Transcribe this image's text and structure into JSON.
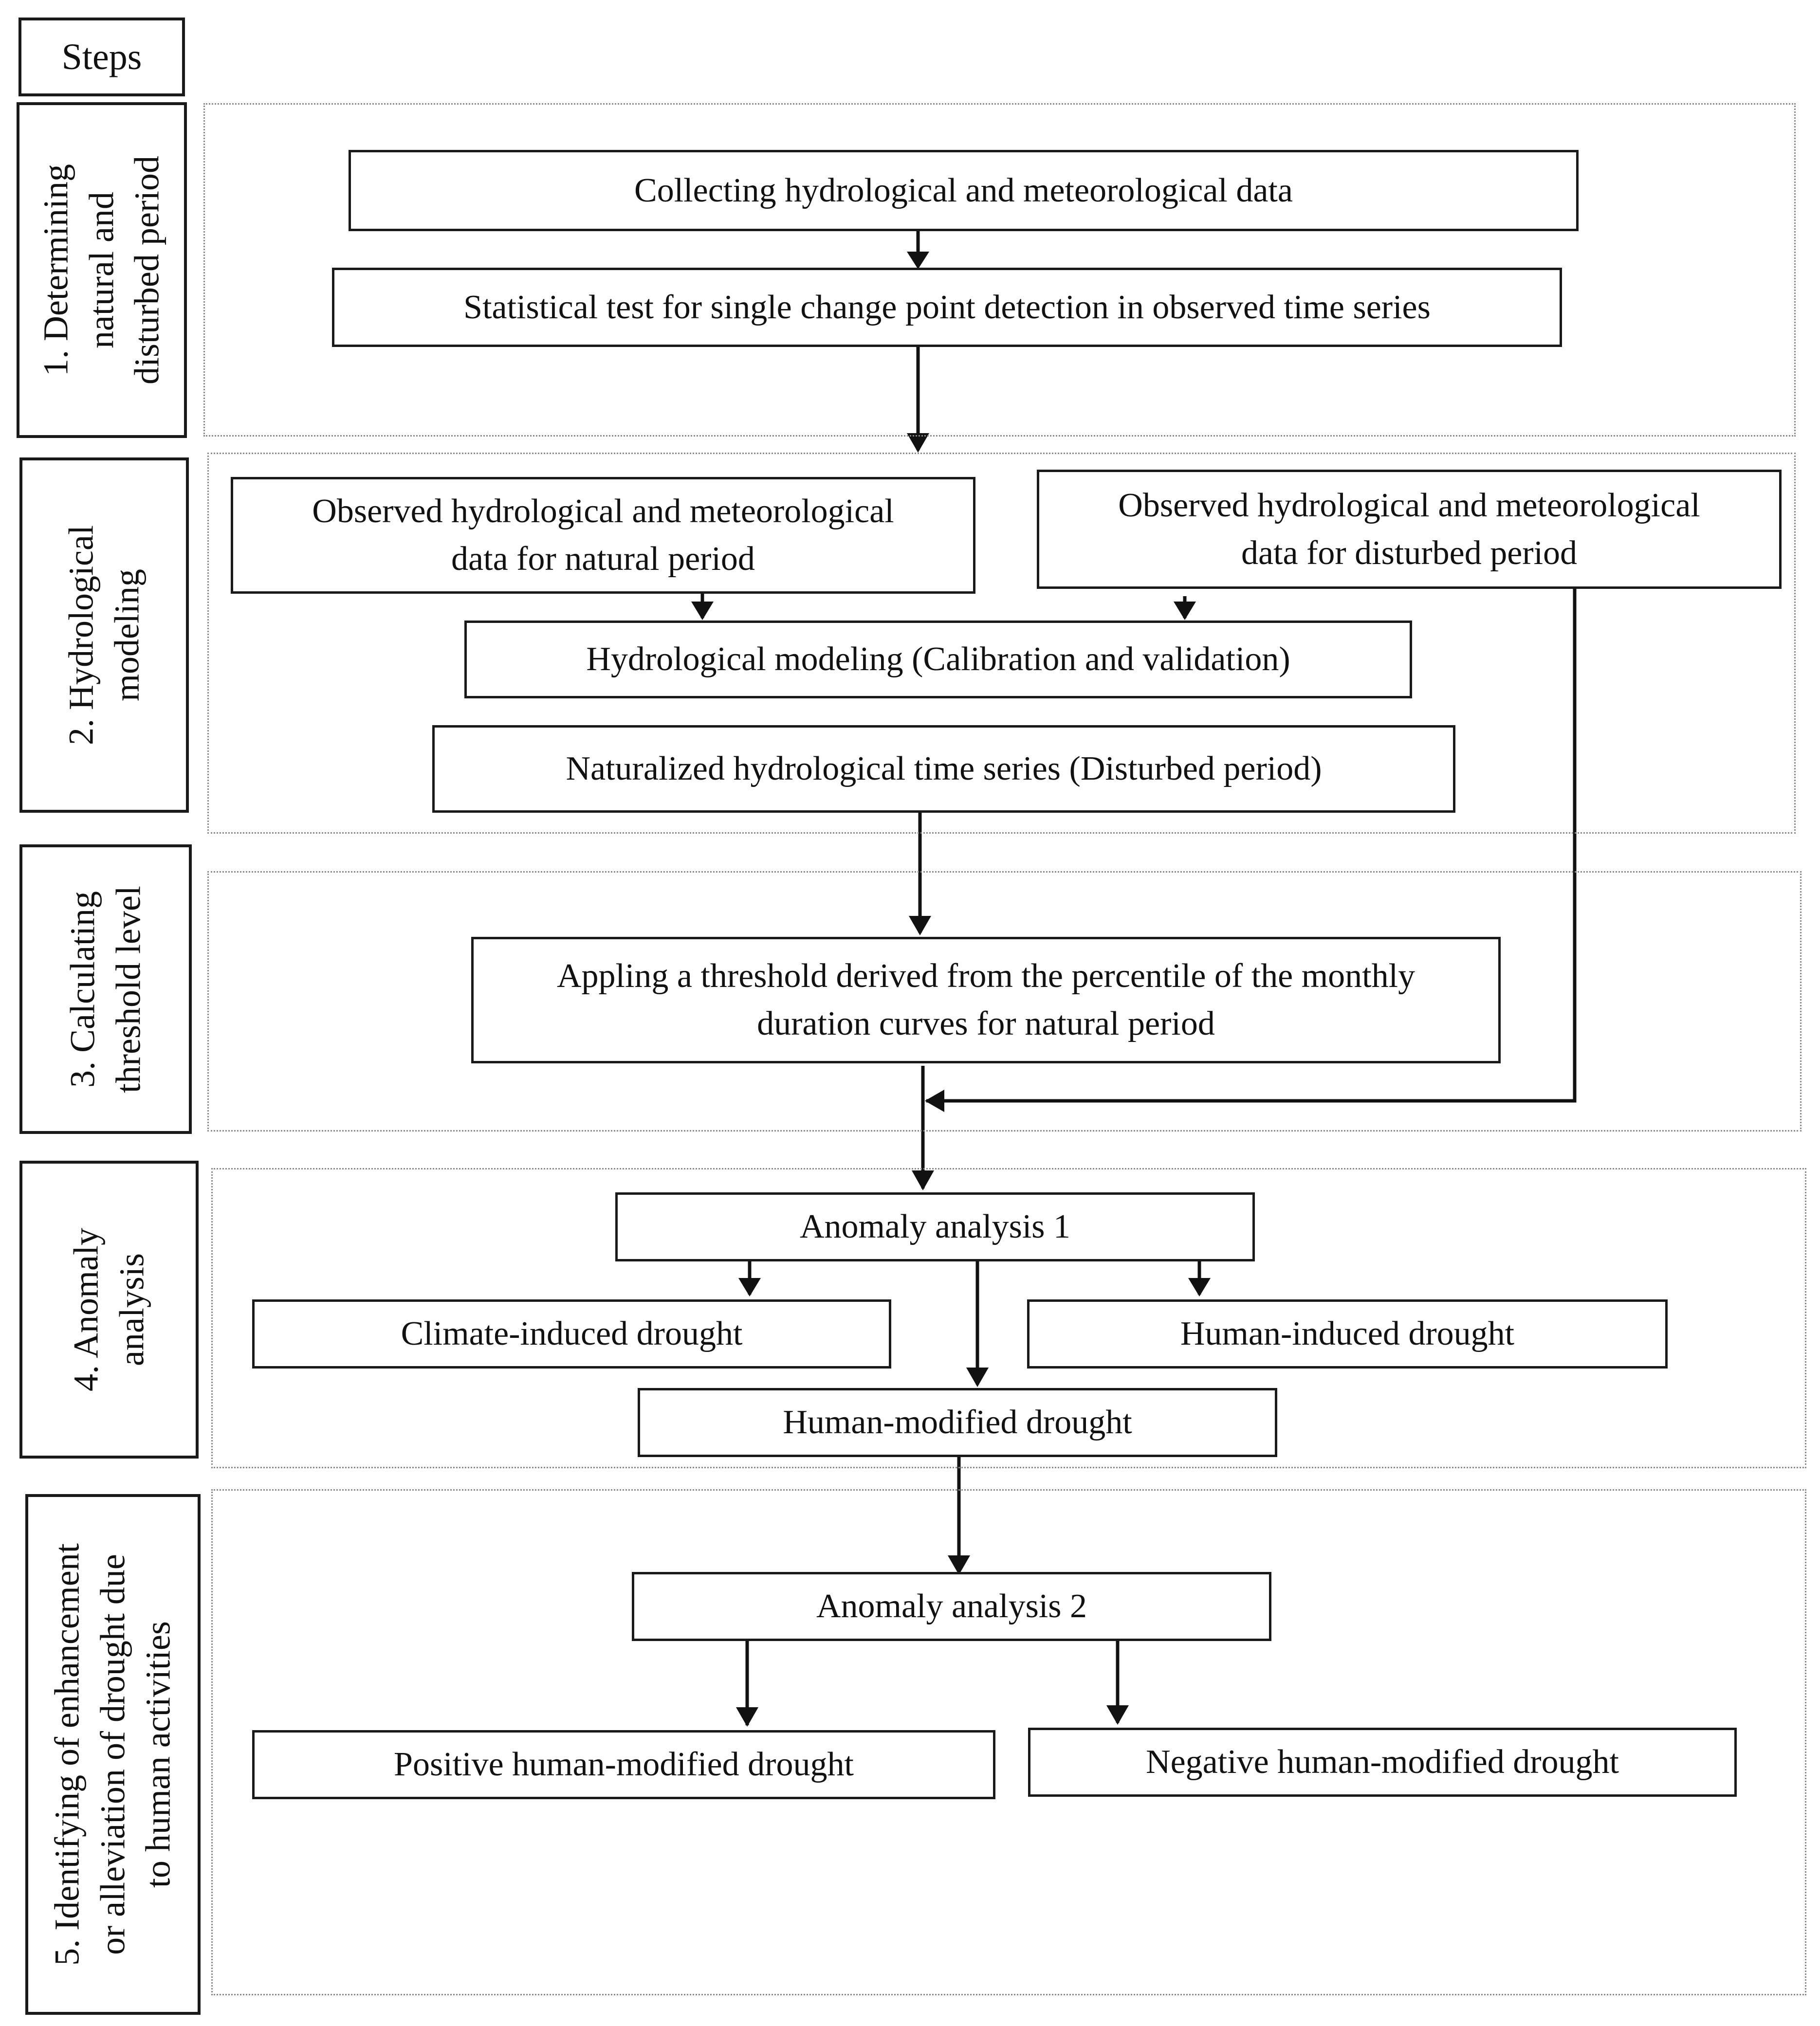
{
  "header": {
    "steps_label": "Steps"
  },
  "steps": [
    {
      "lines": [
        "1. Determining",
        "natural and",
        "disturbed period"
      ]
    },
    {
      "lines": [
        "2. Hydrological",
        "modeling"
      ]
    },
    {
      "lines": [
        "3. Calculating",
        "threshold level"
      ]
    },
    {
      "lines": [
        "4. Anomaly",
        "analysis"
      ]
    },
    {
      "lines": [
        "5. Identifying of enhancement",
        "or alleviation of drought due",
        "to human activities"
      ]
    }
  ],
  "nodes": {
    "collecting_data": {
      "lines": [
        "Collecting hydrological and meteorological data"
      ]
    },
    "statistical_test": {
      "lines": [
        "Statistical test for single change point detection in observed time series"
      ]
    },
    "observed_natural": {
      "lines": [
        "Observed hydrological and meteorological",
        "data for natural period"
      ]
    },
    "observed_disturbed": {
      "lines": [
        "Observed hydrological and meteorological",
        "data for disturbed period"
      ]
    },
    "hydrological_modeling": {
      "lines": [
        "Hydrological modeling (Calibration and validation)"
      ]
    },
    "naturalized_series": {
      "lines": [
        "Naturalized hydrological time series (Disturbed period)"
      ]
    },
    "threshold": {
      "lines": [
        "Appling a threshold derived from the percentile of the monthly",
        "duration curves for natural period"
      ]
    },
    "anomaly_1": {
      "lines": [
        "Anomaly analysis 1"
      ]
    },
    "climate_induced": {
      "lines": [
        "Climate-induced drought"
      ]
    },
    "human_induced": {
      "lines": [
        "Human-induced drought"
      ]
    },
    "human_modified": {
      "lines": [
        "Human-modified drought"
      ]
    },
    "anomaly_2": {
      "lines": [
        "Anomaly analysis 2"
      ]
    },
    "positive_modified": {
      "lines": [
        "Positive human-modified drought"
      ]
    },
    "negative_modified": {
      "lines": [
        "Negative human-modified drought"
      ]
    }
  }
}
